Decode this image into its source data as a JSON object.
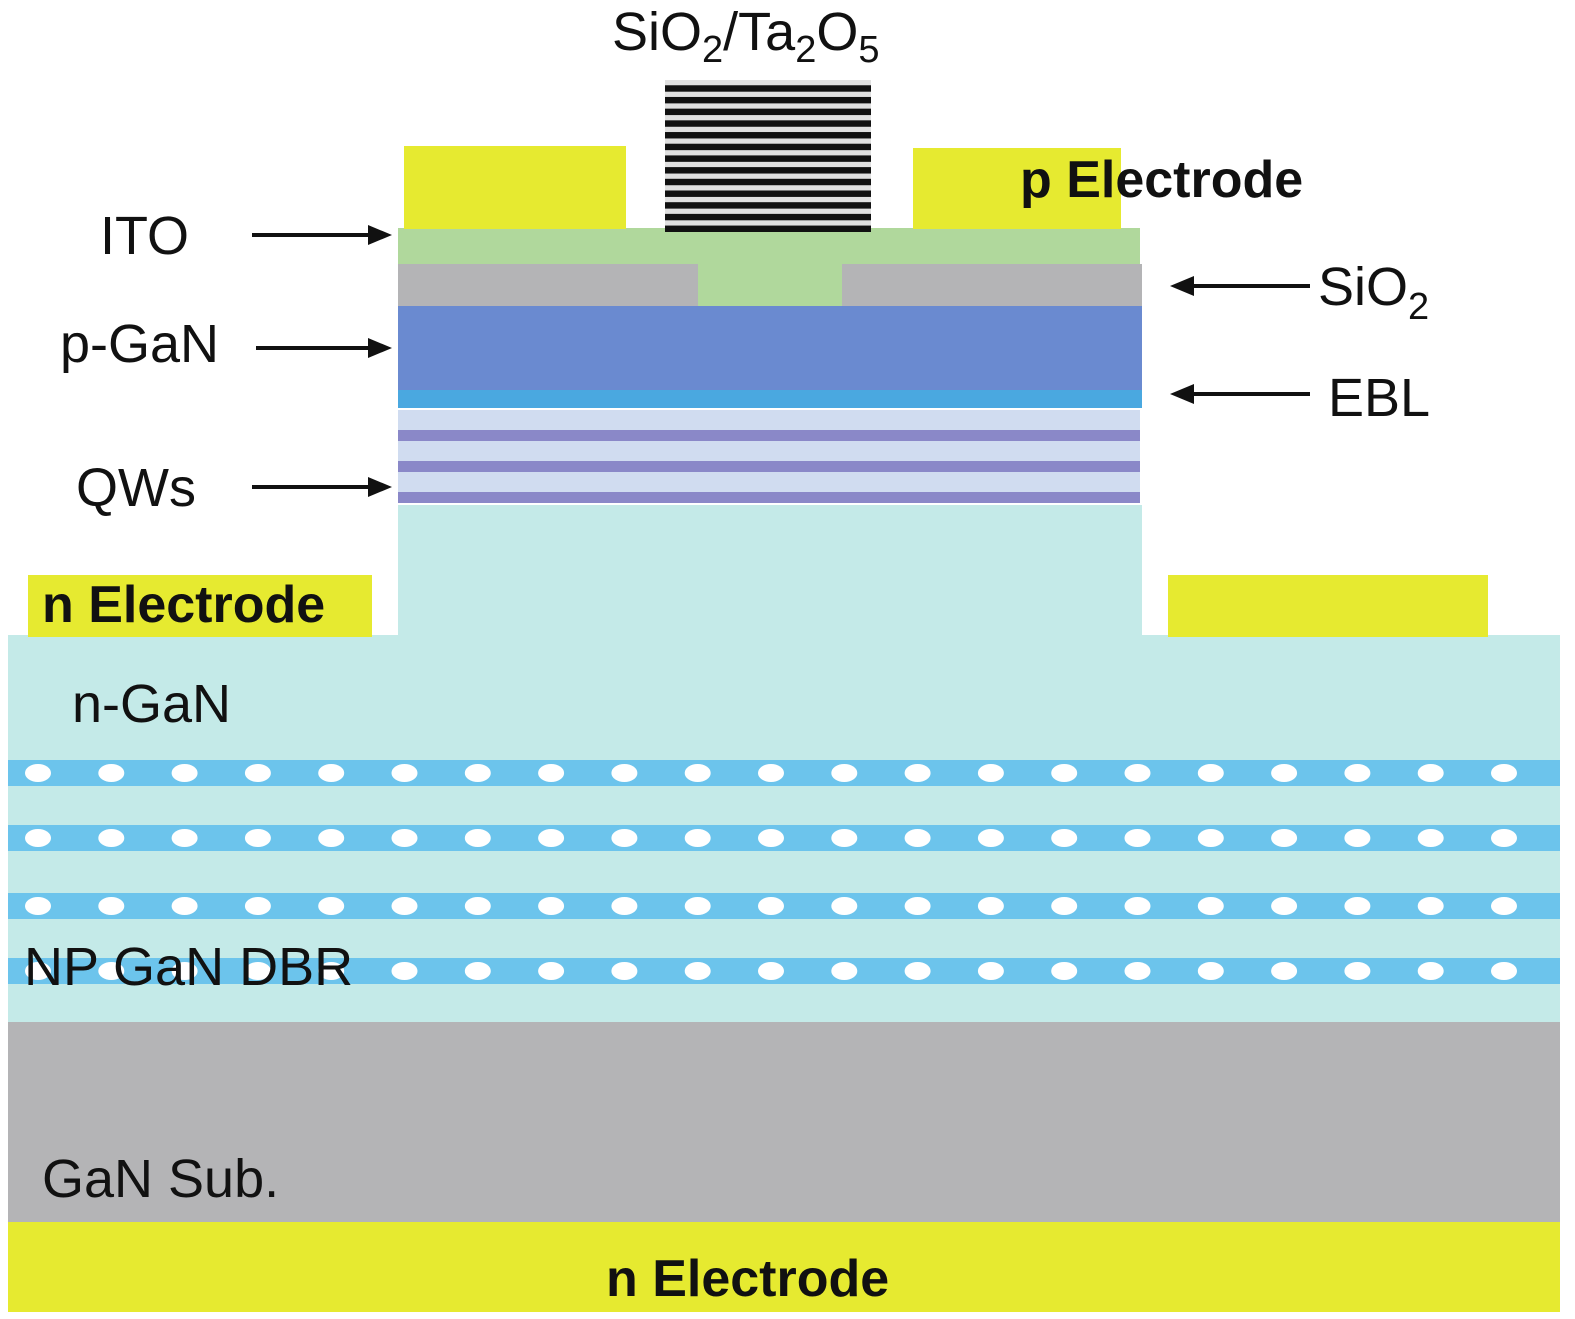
{
  "figure": {
    "title": "GaN VCSEL/RCLED cross-section with nanoporous GaN DBR",
    "labels": {
      "top_dbr": {
        "main": "SiO",
        "sub1": "2",
        "mid": "/Ta",
        "sub2": "2",
        "mid2": "O",
        "sub3": "5"
      },
      "p_electrode": "p Electrode",
      "ito": "ITO",
      "sio2": {
        "main": "SiO",
        "sub": "2"
      },
      "p_gan": "p-GaN",
      "ebl": "EBL",
      "qws": "QWs",
      "n_electrode_top": "n Electrode",
      "n_gan": "n-GaN",
      "np_gan_dbr": "NP GaN DBR",
      "gan_sub": "GaN Sub.",
      "n_electrode_bottom": "n Electrode"
    },
    "structure": {
      "top_dbr_pairs": 13,
      "quantum_wells": 3,
      "np_dbr_porous_layers": 4,
      "pores_per_layer": 21
    },
    "colors": {
      "electrode": "#e6ea30",
      "ito": "#b0d89c",
      "sio2": "#b4b4b6",
      "p_gan": "#6a8ad0",
      "ebl": "#4aa8e0",
      "qw_barrier": "#d0dcf0",
      "qw_well": "#8a88c8",
      "n_gan": "#c4eae8",
      "porous_layer": "#6cc4ec",
      "pore": "#ffffff",
      "substrate": "#b4b4b6",
      "dbr_dark": "#111111",
      "dbr_light": "#e0e0e0"
    }
  }
}
